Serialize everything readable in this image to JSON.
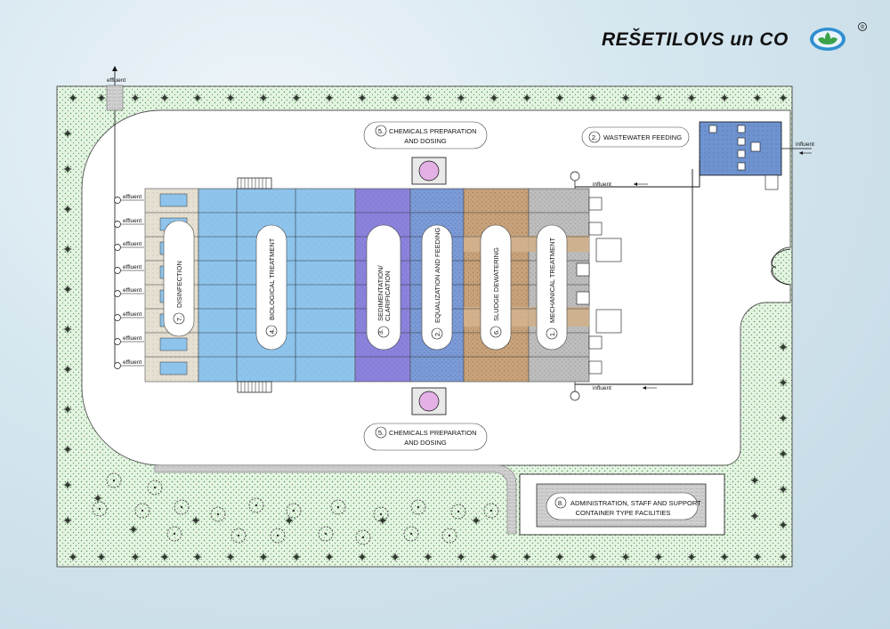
{
  "brand": {
    "name": "REŠETILOVS un CO",
    "registered_mark": "®"
  },
  "flow_labels": {
    "effluent": "effluent",
    "influent": "influent"
  },
  "units": [
    {
      "num": "1.",
      "name": "MECHANICAL TREATMENT"
    },
    {
      "num": "2.",
      "name": "EQUALIZATION AND FEEDING"
    },
    {
      "num": "2.",
      "name": "WASTEWATER FEEDING"
    },
    {
      "num": "3.",
      "line1": "SEDIMENTATION/",
      "line2": "CLARIFICATION"
    },
    {
      "num": "4.",
      "name": "BIOLOGICAL TREATMENT"
    },
    {
      "num": "5.",
      "line1": "CHEMICALS PREPARATION",
      "line2": "AND DOSING"
    },
    {
      "num": "5.",
      "line1": "CHEMICALS PREPARATION",
      "line2": "AND DOSING"
    },
    {
      "num": "6.",
      "name": "SLUDGE DEWATERING"
    },
    {
      "num": "7.",
      "name": "DISINFECTION"
    },
    {
      "num": "8.",
      "line1": "ADMINISTRATION, STAFF AND SUPPORT",
      "line2": "CONTAINER TYPE FACILITIES"
    }
  ],
  "colors": {
    "grass": "#e4f3e2",
    "grass_dot": "#4c9a4c",
    "road": "#ffffff",
    "biological": "#8ec4ec",
    "sedimentation": "#8b82dc",
    "equalization": "#7b9ad6",
    "sludge": "#c7a27a",
    "mechanical": "#bdbdbd",
    "disinfection": "#e6e0d2"
  }
}
